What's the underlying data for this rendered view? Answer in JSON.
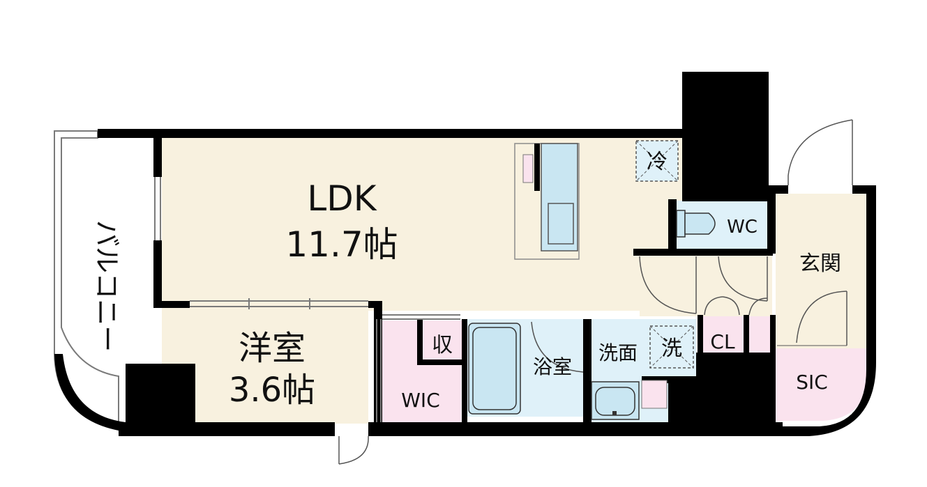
{
  "colors": {
    "wall": "#000000",
    "ldk_floor": "#f8f1df",
    "wet_area": "#dff1f9",
    "storage": "#fae3ee",
    "fixture": "#c9e6f2",
    "outline": "#7a7a7a"
  },
  "rooms": {
    "ldk": {
      "name": "LDK",
      "size": "11.7帖"
    },
    "western": {
      "name": "洋室",
      "size": "3.6帖"
    },
    "balcony": {
      "name": "バルコニー"
    },
    "wic": {
      "name": "WIC"
    },
    "storage": {
      "name": "収"
    },
    "bath": {
      "name": "浴室"
    },
    "washroom": {
      "name": "洗面"
    },
    "washer": {
      "name": "洗"
    },
    "fridge": {
      "name": "冷"
    },
    "wc": {
      "name": "WC"
    },
    "entrance": {
      "name": "玄関"
    },
    "closet": {
      "name": "CL"
    },
    "sic": {
      "name": "SIC"
    }
  }
}
